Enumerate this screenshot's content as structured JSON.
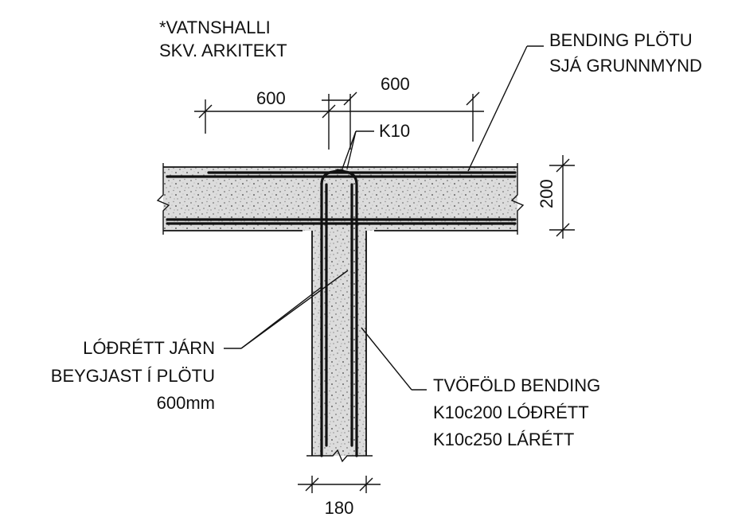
{
  "notes": {
    "waterproofing_line1": "*VATNSHALLI",
    "waterproofing_line2": "SKV. ARKITEKT",
    "slab_rebar_line1": "BENDING PLÖTU",
    "slab_rebar_line2": "SJÁ GRUNNMYND",
    "bar_label": "K10",
    "vertical_bars_line1": "LÓÐRÉTT JÁRN",
    "vertical_bars_line2": "BEYGJAST Í PLÖTU",
    "vertical_bars_line3": "600mm",
    "wall_rebar_line1": "TVÖFÖLD BENDING",
    "wall_rebar_line2": "K10c200 LÓÐRÉTT",
    "wall_rebar_line3": "K10c250 LÁRÉTT"
  },
  "dimensions": {
    "left_anchorage": "600",
    "right_anchorage": "600",
    "slab_thickness": "200",
    "wall_thickness": "180"
  },
  "colors": {
    "ink": "#111111",
    "concrete_fill": "#d8d8d8"
  }
}
